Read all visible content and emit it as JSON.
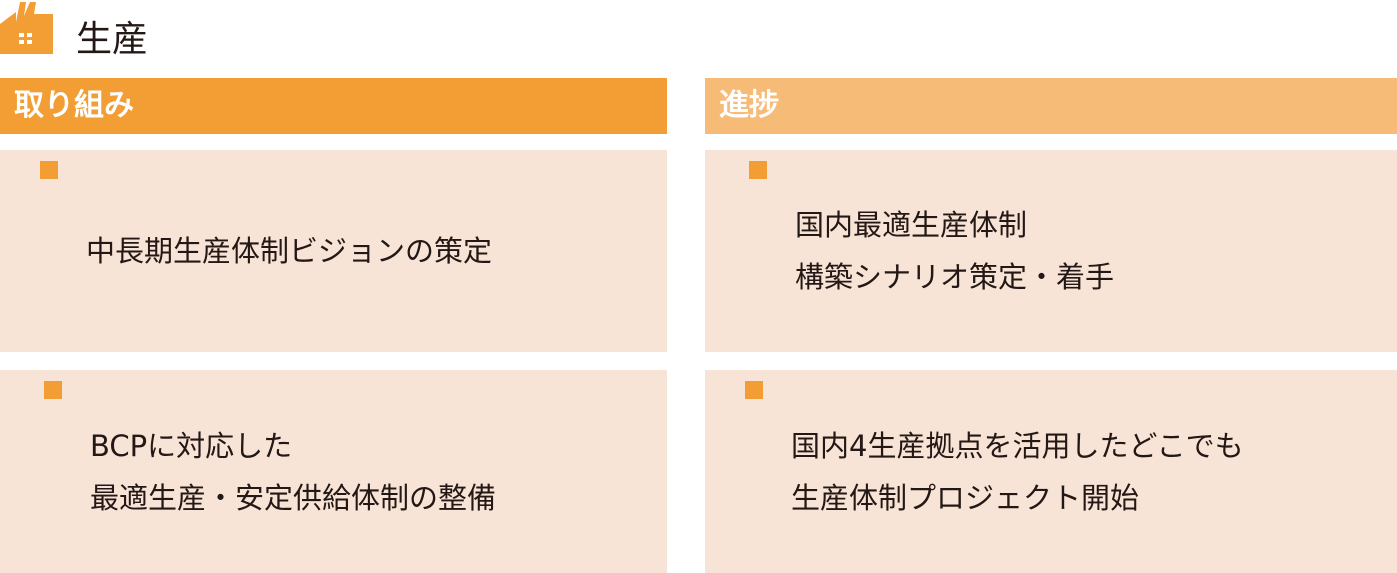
{
  "header": {
    "title": "生産",
    "icon": "factory-icon"
  },
  "columns": [
    {
      "label": "取り組み"
    },
    {
      "label": "進捗"
    }
  ],
  "rows": [
    {
      "initiative": [
        "中長期生産体制ビジョンの策定"
      ],
      "progress": [
        "国内最適生産体制",
        "構築シナリオ策定・着手"
      ]
    },
    {
      "initiative": [
        "BCPに対応した",
        "最適生産・安定供給体制の整備"
      ],
      "progress": [
        "国内4生産拠点を活用したどこでも",
        "生産体制プロジェクト開始"
      ]
    }
  ],
  "colors": {
    "primary": "#f29e35",
    "secondary": "#f7bb78",
    "cell": "#f8e4d6"
  }
}
